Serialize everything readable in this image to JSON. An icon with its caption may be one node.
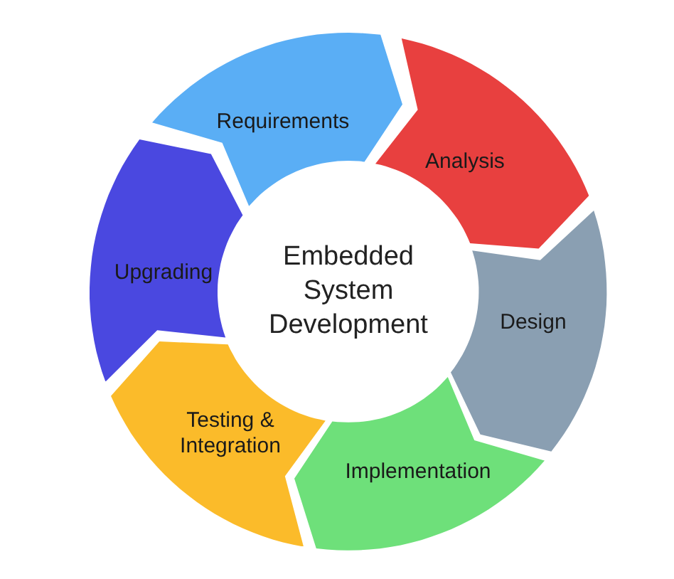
{
  "diagram": {
    "nodes": [
      {
        "text": [
          "Requirements"
        ]
      },
      {
        "text": [
          "Analysis"
        ]
      },
      {
        "text": [
          "Embedded System Development"
        ]
      },
      {
        "text": [
          "Upgrading"
        ]
      },
      {
        "text": [
          "Design"
        ]
      },
      {
        "text": [
          "Testing & Integration"
        ]
      },
      {
        "text": [
          "Implementation"
        ]
      }
    ]
  }
}
